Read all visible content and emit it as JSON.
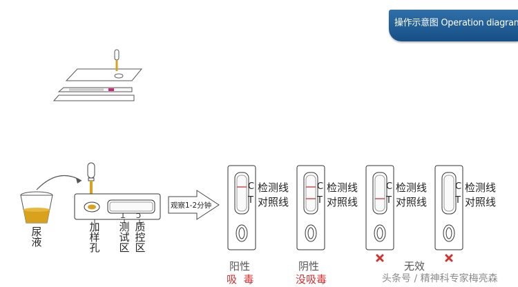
{
  "header": {
    "title": "操作示意图 Operation diagram"
  },
  "sample": {
    "cup_label": "尿液"
  },
  "cassette": {
    "well_label": "加样孔",
    "test_zone_label": "测试区",
    "control_zone_label": "质控区",
    "t_mark": "T",
    "c_mark": "C"
  },
  "arrow": {
    "label": "观察1-2分钟"
  },
  "strips": [
    {
      "id": "positive",
      "c_mark": "C",
      "t_mark": "T",
      "detect_label": "检测线",
      "control_label": "对照线",
      "c_line": true,
      "t_line": false,
      "invalid": false,
      "result": "阳性",
      "meaning": "吸  毒"
    },
    {
      "id": "negative",
      "c_mark": "C",
      "t_mark": "T",
      "detect_label": "检测线",
      "control_label": "对照线",
      "c_line": true,
      "t_line": true,
      "invalid": false,
      "result": "阴性",
      "meaning": "没吸毒"
    },
    {
      "id": "invalid-1",
      "c_mark": "C",
      "t_mark": "T",
      "detect_label": "检测线",
      "control_label": "对照线",
      "c_line": false,
      "t_line": true,
      "invalid": true
    },
    {
      "id": "invalid-2",
      "c_mark": "C",
      "t_mark": "T",
      "detect_label": "检测线",
      "control_label": "对照线",
      "c_line": false,
      "t_line": false,
      "invalid": true
    }
  ],
  "invalid_label": "无效",
  "watermark": "头条号 / 精神科专家梅亮森",
  "colors": {
    "banner": "#1f5d96",
    "line_red": "#c8323c",
    "urine": "#d9a21c",
    "cross": "#d62f2f"
  }
}
